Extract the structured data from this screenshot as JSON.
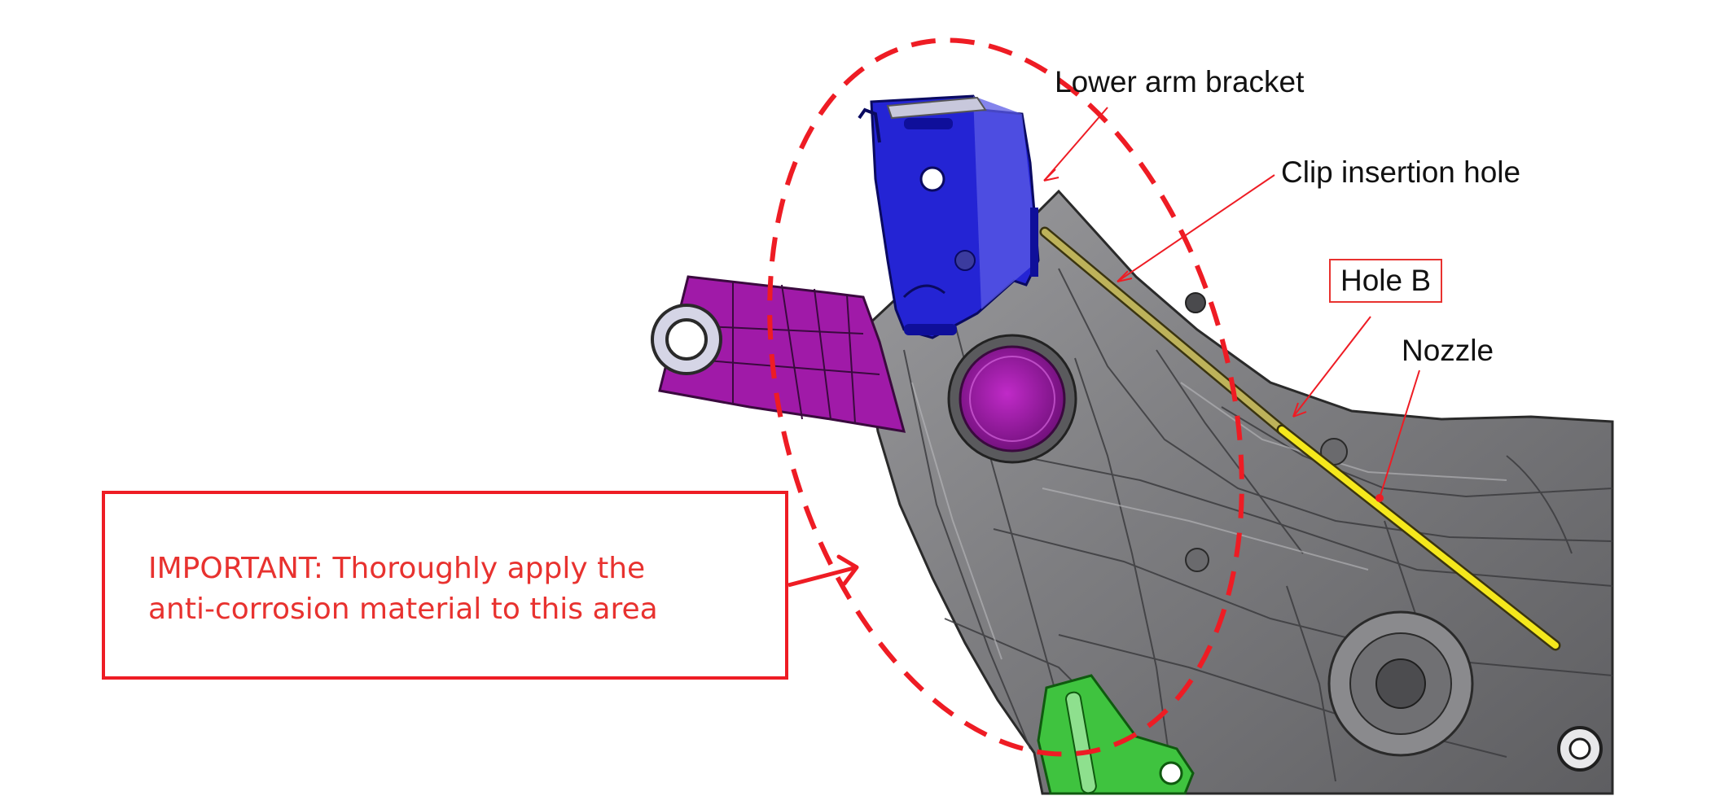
{
  "labels": {
    "lower_arm_bracket": "Lower arm bracket",
    "clip_insertion_hole": "Clip insertion hole",
    "hole_b": "Hole B",
    "nozzle": "Nozzle"
  },
  "warning": {
    "line1": "IMPORTANT:  Thoroughly apply the",
    "line2": "anti-corrosion material to this area"
  },
  "colors": {
    "callout_red": "#ee1c24",
    "frame_gray": "#7b7b7e",
    "bracket_blue": "#1a1ad6",
    "arm_purple": "#a01aa8",
    "nozzle_yellow": "#f2e51a",
    "bracket_green": "#3fc33f"
  }
}
